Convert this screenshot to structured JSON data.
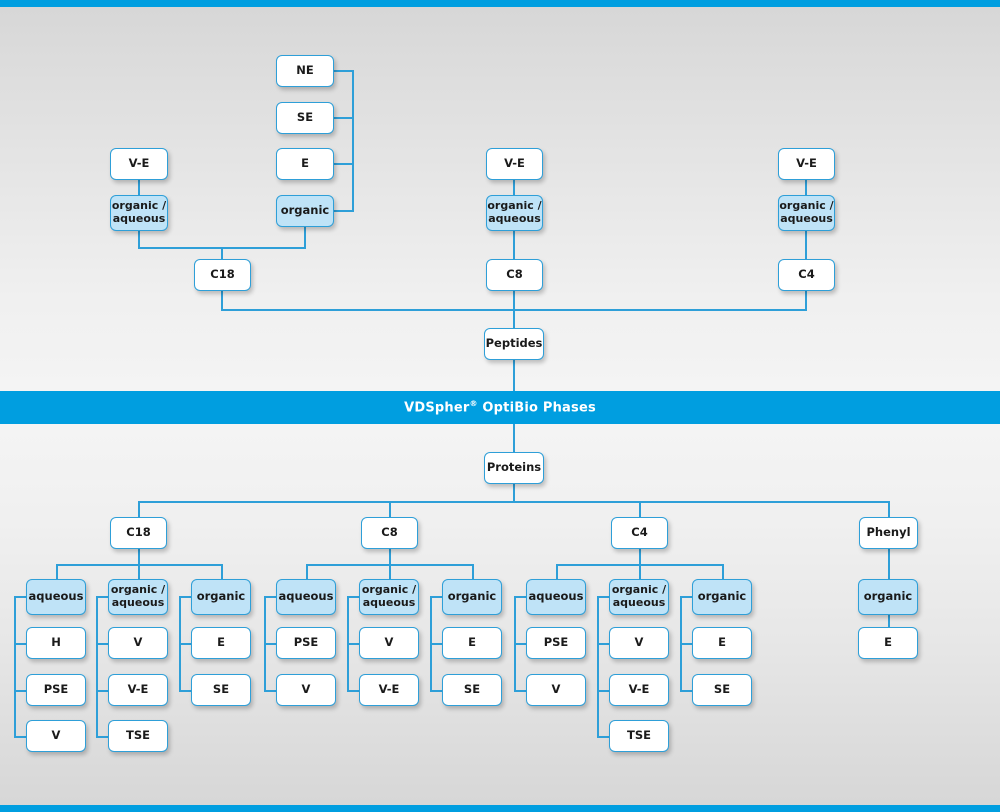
{
  "banner": {
    "brand": "VDSpher",
    "mark": "®",
    "rest": " OptiBio Phases"
  },
  "diagram": {
    "type": "hierarchy",
    "peptides": {
      "root_label": "Peptides",
      "branches": [
        {
          "phase": "C18",
          "modes": [
            {
              "label": "organic /\naqueous",
              "tinted": true,
              "parent_label": "V-E",
              "children": []
            },
            {
              "label": "organic",
              "tinted": true,
              "children": [
                "NE",
                "SE",
                "E"
              ]
            }
          ]
        },
        {
          "phase": "C8",
          "modes": [
            {
              "label": "organic /\naqueous",
              "tinted": true,
              "parent_label": "V-E",
              "children": []
            }
          ]
        },
        {
          "phase": "C4",
          "modes": [
            {
              "label": "organic /\naqueous",
              "tinted": true,
              "parent_label": "V-E",
              "children": []
            }
          ]
        }
      ]
    },
    "proteins": {
      "root_label": "Proteins",
      "branches": [
        {
          "phase": "C18",
          "groups": [
            {
              "label": "aqueous",
              "children": [
                "H",
                "PSE",
                "V"
              ]
            },
            {
              "label": "organic /\naqueous",
              "children": [
                "V",
                "V-E",
                "TSE"
              ]
            },
            {
              "label": "organic",
              "children": [
                "E",
                "SE"
              ]
            }
          ]
        },
        {
          "phase": "C8",
          "groups": [
            {
              "label": "aqueous",
              "children": [
                "PSE",
                "V"
              ]
            },
            {
              "label": "organic /\naqueous",
              "children": [
                "V",
                "V-E"
              ]
            },
            {
              "label": "organic",
              "children": [
                "E",
                "SE"
              ]
            }
          ]
        },
        {
          "phase": "C4",
          "groups": [
            {
              "label": "aqueous",
              "children": [
                "PSE",
                "V"
              ]
            },
            {
              "label": "organic /\naqueous",
              "children": [
                "V",
                "V-E",
                "TSE"
              ]
            },
            {
              "label": "organic",
              "children": [
                "E",
                "SE"
              ]
            }
          ]
        },
        {
          "phase": "Phenyl",
          "groups": [
            {
              "label": "organic",
              "children": [
                "E"
              ]
            }
          ]
        }
      ]
    }
  },
  "nodes": {
    "pep_ne": "NE",
    "pep_se": "SE",
    "pep_e": "E",
    "pep_organic": "organic",
    "pep_c18_ve": "V-E",
    "pep_c18_orgaq": "organic /\naqueous",
    "pep_c18": "C18",
    "pep_c8_ve": "V-E",
    "pep_c8_orgaq": "organic /\naqueous",
    "pep_c8": "C8",
    "pep_c4_ve": "V-E",
    "pep_c4_orgaq": "organic /\naqueous",
    "pep_c4": "C4",
    "peptides": "Peptides",
    "proteins": "Proteins",
    "pr_c18": "C18",
    "pr_c8": "C8",
    "pr_c4": "C4",
    "pr_phenyl": "Phenyl",
    "c18_aqueous": "aqueous",
    "c18_aq_1": "H",
    "c18_aq_2": "PSE",
    "c18_aq_3": "V",
    "c18_orgaq": "organic /\naqueous",
    "c18_oa_1": "V",
    "c18_oa_2": "V-E",
    "c18_oa_3": "TSE",
    "c18_org": "organic",
    "c18_o_1": "E",
    "c18_o_2": "SE",
    "c8_aqueous": "aqueous",
    "c8_aq_1": "PSE",
    "c8_aq_2": "V",
    "c8_orgaq": "organic /\naqueous",
    "c8_oa_1": "V",
    "c8_oa_2": "V-E",
    "c8_org": "organic",
    "c8_o_1": "E",
    "c8_o_2": "SE",
    "c4_aqueous": "aqueous",
    "c4_aq_1": "PSE",
    "c4_aq_2": "V",
    "c4_orgaq": "organic /\naqueous",
    "c4_oa_1": "V",
    "c4_oa_2": "V-E",
    "c4_oa_3": "TSE",
    "c4_org": "organic",
    "c4_o_1": "E",
    "c4_o_2": "SE",
    "ph_org": "organic",
    "ph_o_1": "E"
  },
  "colors": {
    "brand_blue": "#009ee0",
    "line_blue": "#2e9fd8",
    "tint_fill": "#bfe3f7",
    "box_fill": "#ffffff",
    "background": "#e4e4e4"
  }
}
